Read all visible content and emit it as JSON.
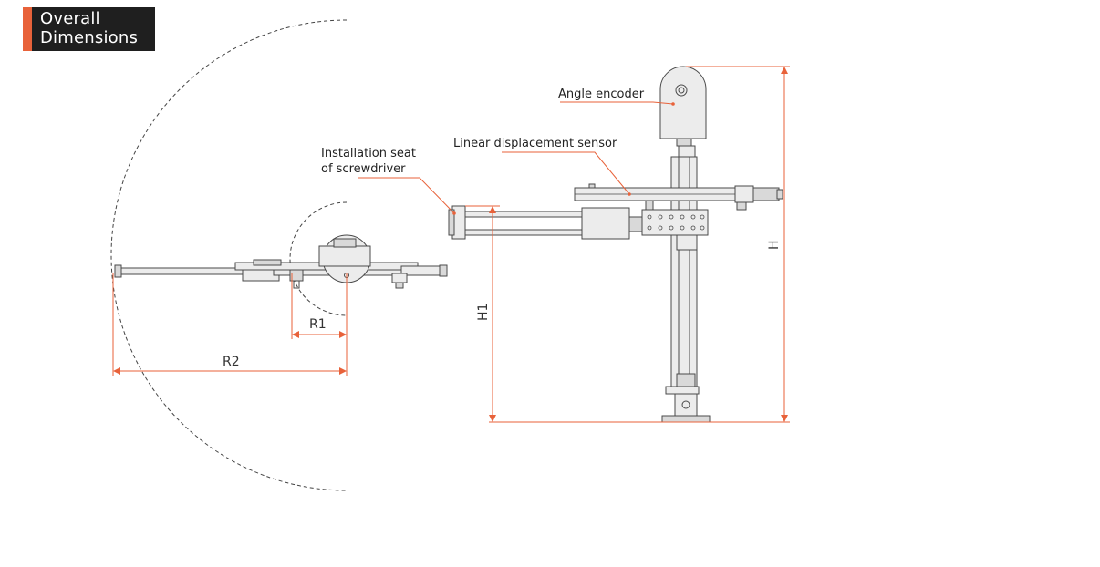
{
  "header": {
    "title_line1": "Overall",
    "title_line2": "Dimensions"
  },
  "labels": {
    "angle_encoder": "Angle encoder",
    "linear_sensor": "Linear displacement sensor",
    "install_seat_line1": "Installation seat",
    "install_seat_line2": "of screwdriver"
  },
  "dimensions": {
    "r1": "R1",
    "r2": "R2",
    "h": "H",
    "h1": "H1"
  },
  "colors": {
    "accent": "#e8623a",
    "dimension": "#e8623a",
    "title_bg": "#1f1f1f"
  }
}
